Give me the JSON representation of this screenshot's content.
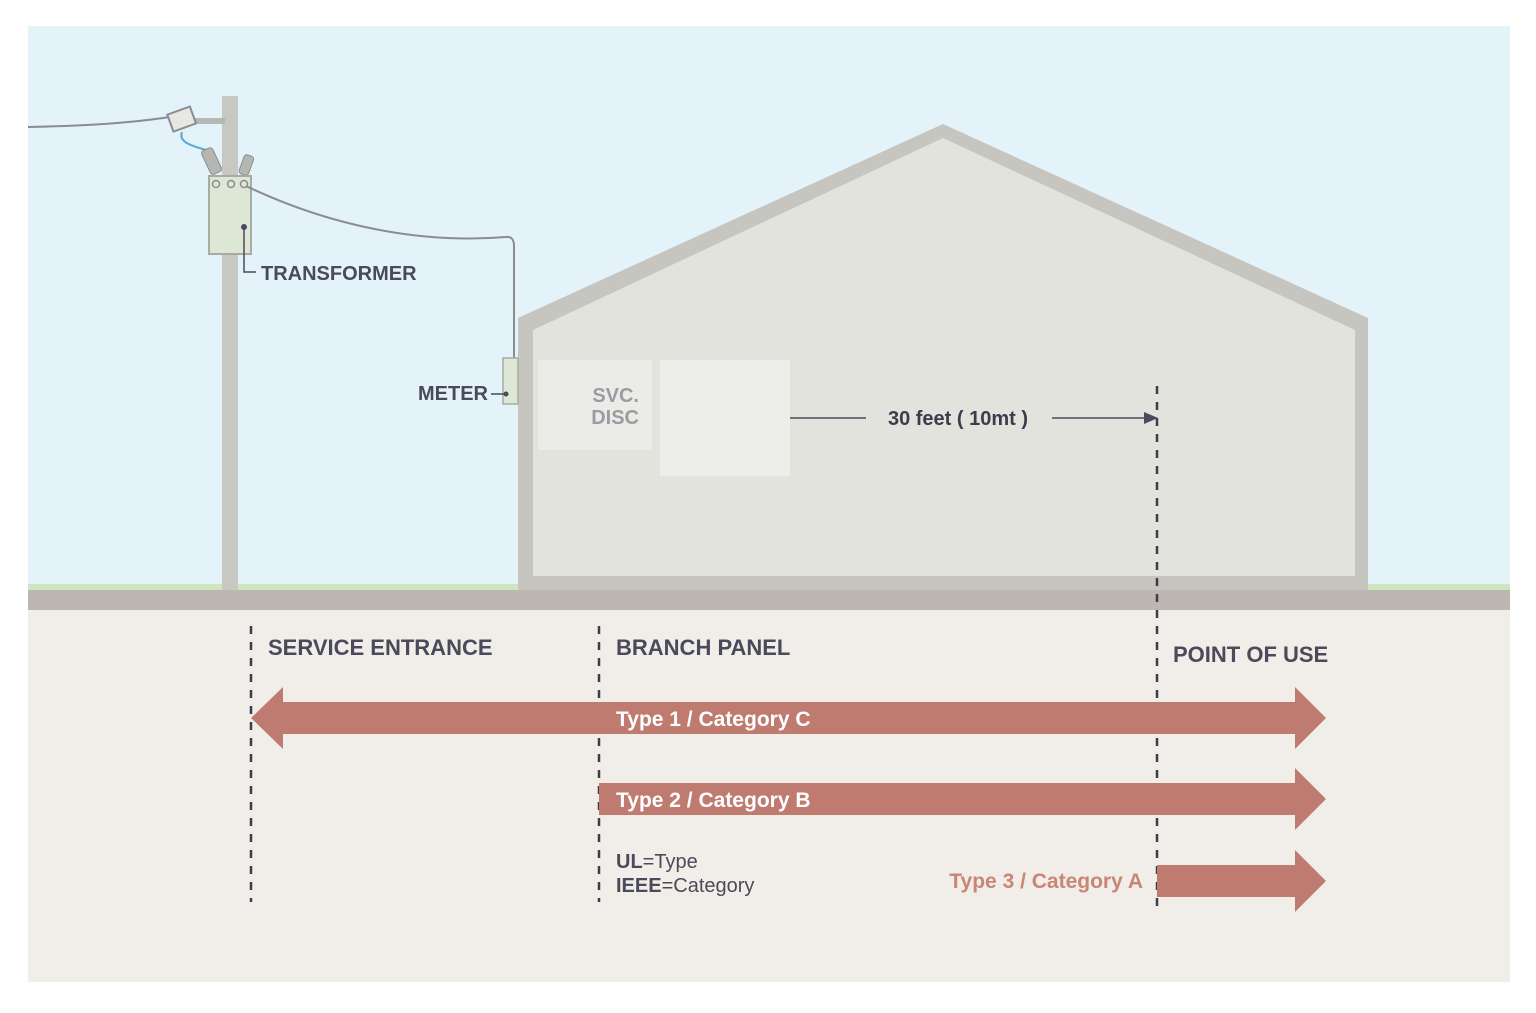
{
  "colors": {
    "sky": "#e4f2fa",
    "ground": "#f1eee9",
    "ground_strip": "#bcb7b3",
    "grass": "#cfe5c2",
    "house_wall": "#c6c5bf",
    "house_fill": "#e3e3dd",
    "pole": "#c8c8c2",
    "arrow": "#bf7b6f",
    "label": "#4a4a5a",
    "wire": "#8a8c92"
  },
  "labels": {
    "transformer": "TRANSFORMER",
    "meter": "METER",
    "svc_line1": "SVC.",
    "svc_line2": "DISC",
    "distance": "30 feet ( 10mt )",
    "service_entrance": "SERVICE ENTRANCE",
    "branch_panel": "BRANCH PANEL",
    "point_of_use": "POINT OF USE"
  },
  "arrows": [
    {
      "label": "Type 1 / Category C"
    },
    {
      "label": "Type 2 / Category B"
    },
    {
      "label": "Type 3 / Category A"
    }
  ],
  "legend": {
    "ul_key": "UL",
    "ul_value": "=Type",
    "ieee_key": "IEEE",
    "ieee_value": "=Category"
  },
  "icons": {
    "transformer": "transformer-icon",
    "meter": "meter-icon",
    "pole": "utility-pole-icon",
    "house": "house-icon"
  }
}
